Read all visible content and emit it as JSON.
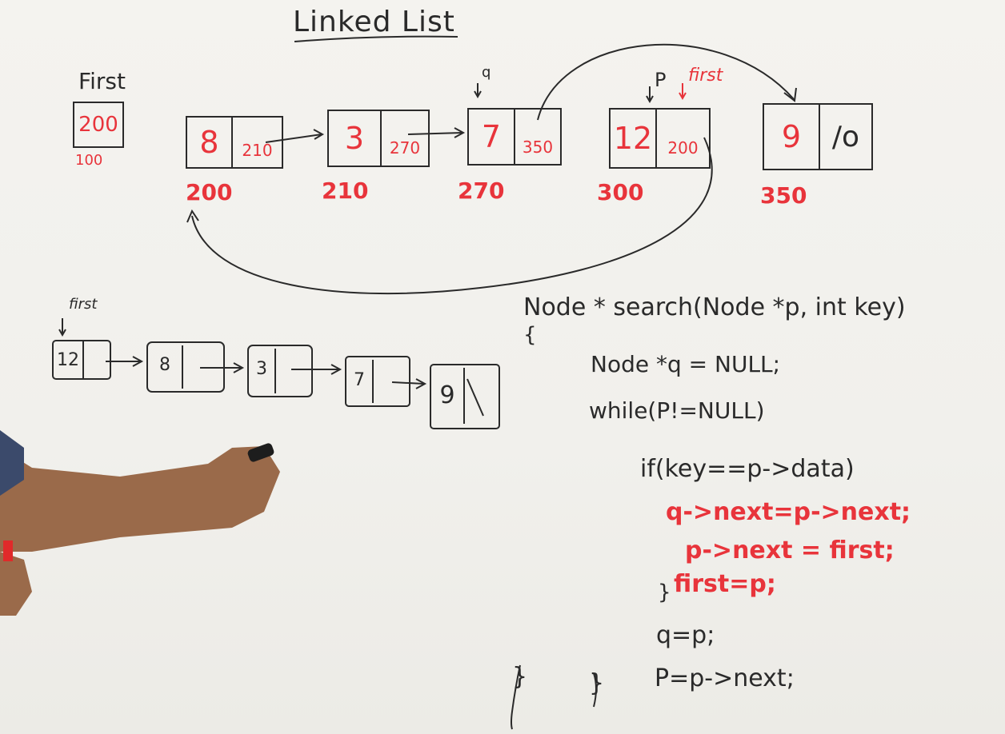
{
  "title": "Linked List",
  "first_box": {
    "label": "First",
    "value": "200",
    "address": "100"
  },
  "top_list": [
    {
      "data": "8",
      "next": "210",
      "address": "200"
    },
    {
      "data": "3",
      "next": "270",
      "address": "210"
    },
    {
      "data": "7",
      "next": "350",
      "address": "270"
    },
    {
      "data": "12",
      "next": "200",
      "address": "300"
    },
    {
      "data": "9",
      "next": "/o",
      "address": "350"
    }
  ],
  "top_pointer_labels": {
    "q": "q",
    "p": "P",
    "first": "first"
  },
  "bottom_list": {
    "first_label": "first",
    "nodes": [
      "12",
      "8",
      "3",
      "7",
      "9"
    ]
  },
  "code": {
    "signature": "Node * search(Node *p, int key)",
    "open_brace": "{",
    "line1": "Node *q = NULL;",
    "line2": "while(P!=NULL)",
    "line3": "if(key==p->data)",
    "red1": "q->next=p->next;",
    "red2": "p->next = first;",
    "red3": "first=p;",
    "close_if": "}",
    "line4": "q=p;",
    "line5": "P=p->next;",
    "close_while": "}",
    "close_fn": "}"
  },
  "colors": {
    "ink": "#2a2a2a",
    "red": "#e8343b",
    "board": "#f2f1ed"
  }
}
